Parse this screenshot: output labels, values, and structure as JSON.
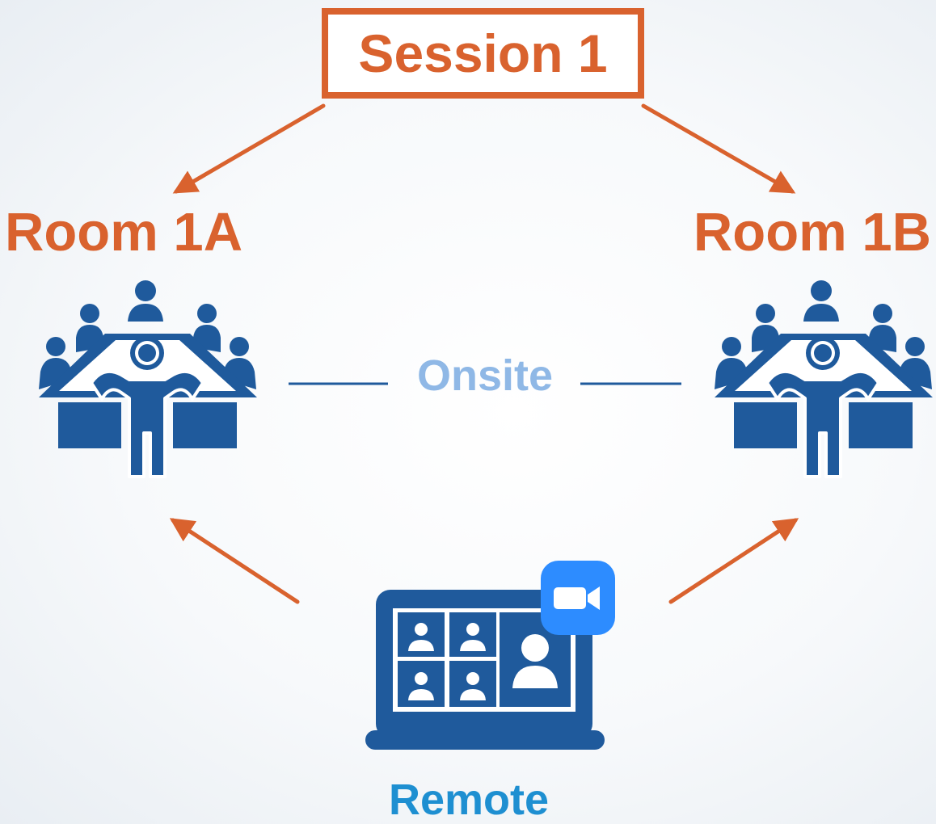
{
  "session": {
    "label": "Session 1"
  },
  "rooms": [
    {
      "label": "Room 1A"
    },
    {
      "label": "Room 1B"
    }
  ],
  "link": {
    "label": "Onsite"
  },
  "remote": {
    "label": "Remote"
  },
  "icons": {
    "room": "conference-meeting-icon",
    "remote": "video-conference-laptop-icon",
    "badge": "video-camera-icon"
  },
  "colors": {
    "accent_orange": "#d9622e",
    "icon_blue": "#1f5a9c",
    "onsite_blue": "#8fb8e6",
    "remote_blue": "#1e8fd1",
    "badge_blue": "#2d8cff"
  }
}
